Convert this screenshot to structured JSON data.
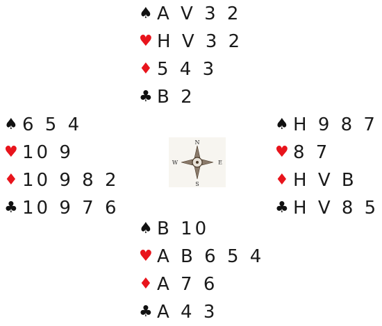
{
  "hands": {
    "north": {
      "spades": {
        "symbol": "♠",
        "cards": "A V 3 2"
      },
      "hearts": {
        "symbol": "♥",
        "cards": "H V 3 2"
      },
      "diamonds": {
        "symbol": "♦",
        "cards": "5 4 3"
      },
      "clubs": {
        "symbol": "♣",
        "cards": "B 2"
      }
    },
    "west": {
      "spades": {
        "symbol": "♠",
        "cards": "6 5 4"
      },
      "hearts": {
        "symbol": "♥",
        "cards": "10 9"
      },
      "diamonds": {
        "symbol": "♦",
        "cards": "10 9 8 2"
      },
      "clubs": {
        "symbol": "♣",
        "cards": "10 9 7 6"
      }
    },
    "east": {
      "spades": {
        "symbol": "♠",
        "cards": "H 9 8 7"
      },
      "hearts": {
        "symbol": "♥",
        "cards": "8 7"
      },
      "diamonds": {
        "symbol": "♦",
        "cards": "H V B"
      },
      "clubs": {
        "symbol": "♣",
        "cards": "H V 8 5"
      }
    },
    "south": {
      "spades": {
        "symbol": "♠",
        "cards": "B 10"
      },
      "hearts": {
        "symbol": "♥",
        "cards": "A B 6 5 4"
      },
      "diamonds": {
        "symbol": "♦",
        "cards": "A 7 6"
      },
      "clubs": {
        "symbol": "♣",
        "cards": "A 4 3"
      }
    }
  },
  "compass": {
    "north": "N",
    "south": "S",
    "east": "E",
    "west": "W"
  },
  "colors": {
    "red_suit": "#e8141c",
    "black_suit": "#111111",
    "text": "#1a1a1a"
  }
}
